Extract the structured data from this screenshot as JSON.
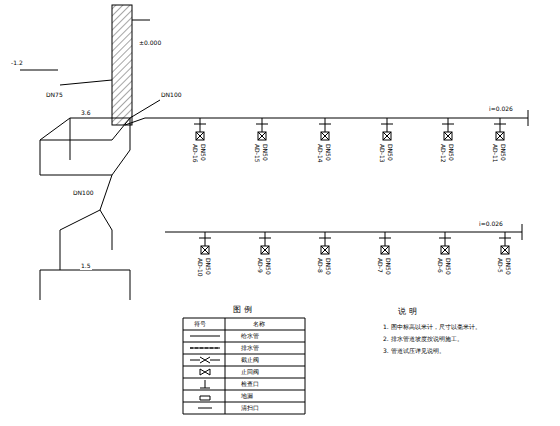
{
  "diagram": {
    "labels": [
      "图 例",
      "符号",
      "名称",
      "说 明",
      "1. 图中标高以米计，尺寸以毫米计。",
      "2. 排水管道坡度按说明施工。",
      "3. 管道试压详见说明。",
      "AD-16",
      "AD-15",
      "AD-14",
      "AD-13",
      "AD-12",
      "AD-11",
      "DN50",
      "DN50",
      "DN50",
      "DN50",
      "DN50",
      "DN50",
      "AD-10",
      "AD-9",
      "AD-8",
      "AD-7",
      "AD-6",
      "AD-5",
      "DN50",
      "DN50",
      "DN50",
      "DN50",
      "DN50",
      "DN50",
      "-1.2",
      "DN75",
      "±0.000",
      "DN100",
      "i=0.026",
      "i=0.026",
      "3.6",
      "1.5",
      "DN100"
    ],
    "legend": [
      {
        "text": "给水管"
      },
      {
        "text": "排水管"
      },
      {
        "text": "截止阀"
      },
      {
        "text": "止回阀"
      },
      {
        "text": "检查口"
      },
      {
        "text": "地漏"
      },
      {
        "text": "清扫口"
      }
    ]
  }
}
